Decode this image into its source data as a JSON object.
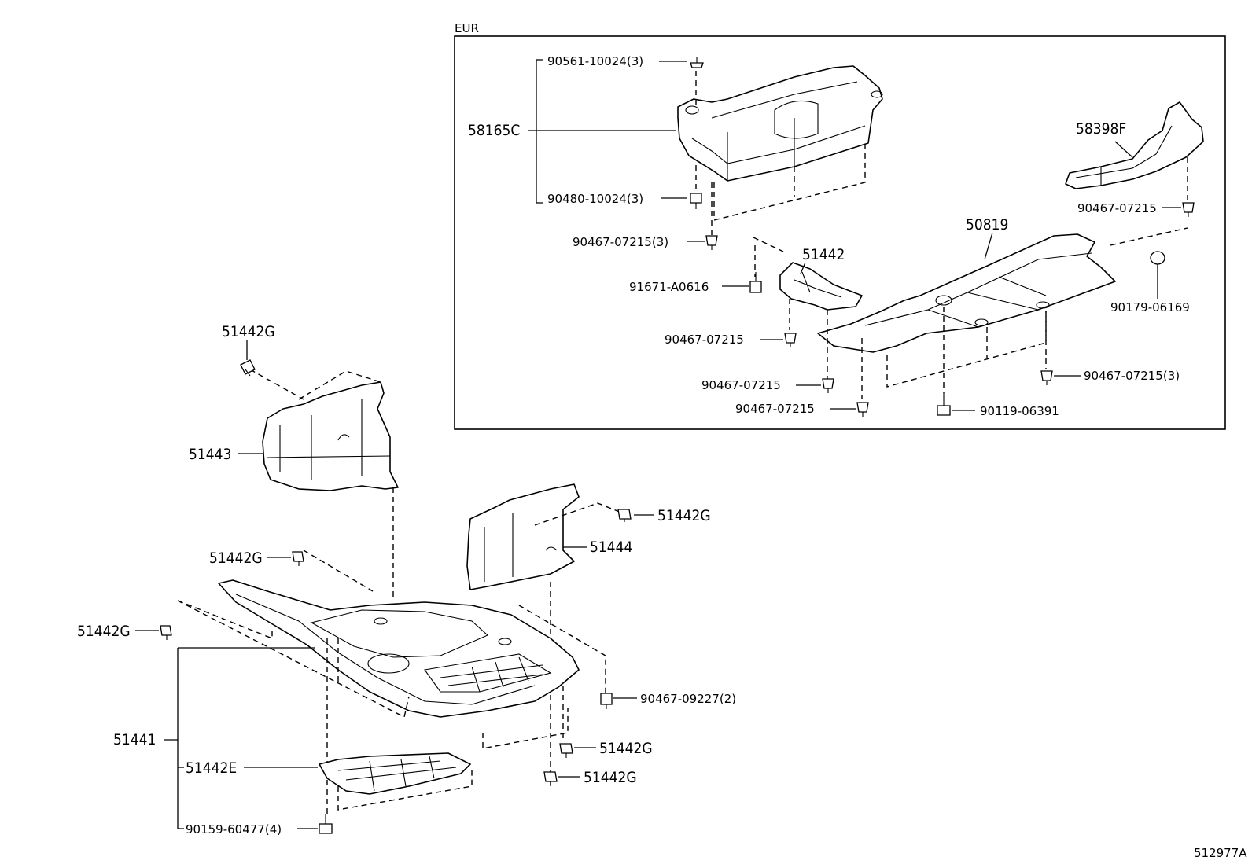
{
  "region_label": "EUR",
  "diagram_ref": "512977A",
  "eur_labels": {
    "p58165C": "58165C",
    "p90561": "90561-10024(3)",
    "p90480": "90480-10024(3)",
    "p90467_3a": "90467-07215(3)",
    "p58398F": "58398F",
    "p90467_r": "90467-07215",
    "p50819": "50819",
    "p90179": "90179-06169",
    "p51442": "51442",
    "p91671": "91671-A0616",
    "p90467_a": "90467-07215",
    "p90467_b": "90467-07215",
    "p90467_c": "90467-07215",
    "p90467_3b": "90467-07215(3)",
    "p90119": "90119-06391"
  },
  "main_labels": {
    "p51442G_top": "51442G",
    "p51443": "51443",
    "p51442G_right": "51442G",
    "p51444": "51444",
    "p51442G_mid": "51442G",
    "p51442G_left": "51442G",
    "p51441": "51441",
    "p90467_09227": "90467-09227(2)",
    "p51442G_b1": "51442G",
    "p51442E": "51442E",
    "p51442G_b2": "51442G",
    "p90159": "90159-60477(4)"
  }
}
